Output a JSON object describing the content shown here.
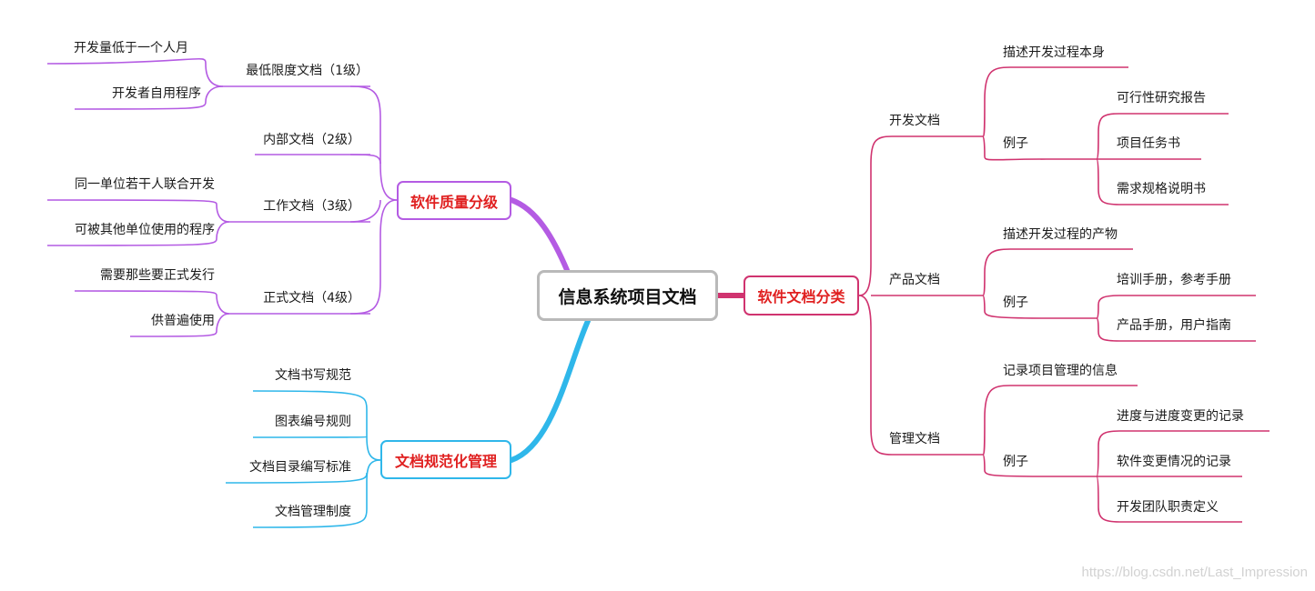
{
  "root": "信息系统项目文档",
  "colors": {
    "purple": "#b45be3",
    "blue": "#2fb7ea",
    "crimson": "#d0336f",
    "label_red": "#e02020"
  },
  "quality_levels": {
    "title": "软件质量分级",
    "minimal": {
      "label": "最低限度文档（1级）",
      "items": [
        "开发量低于一个人月",
        "开发者自用程序"
      ]
    },
    "internal": {
      "label": "内部文档（2级）"
    },
    "working": {
      "label": "工作文档（3级）",
      "items": [
        "同一单位若干人联合开发",
        "可被其他单位使用的程序"
      ]
    },
    "formal": {
      "label": "正式文档（4级）",
      "items": [
        "需要那些要正式发行",
        "供普遍使用"
      ]
    }
  },
  "standardization": {
    "title": "文档规范化管理",
    "items": [
      "文档书写规范",
      "图表编号规则",
      "文档目录编写标准",
      "文档管理制度"
    ]
  },
  "classification": {
    "title": "软件文档分类",
    "development": {
      "label": "开发文档",
      "desc": "描述开发过程本身",
      "example_label": "例子",
      "examples": [
        "可行性研究报告",
        "项目任务书",
        "需求规格说明书"
      ]
    },
    "product": {
      "label": "产品文档",
      "desc": "描述开发过程的产物",
      "example_label": "例子",
      "examples": [
        "培训手册，参考手册",
        "产品手册，用户指南"
      ]
    },
    "management": {
      "label": "管理文档",
      "desc": "记录项目管理的信息",
      "example_label": "例子",
      "examples": [
        "进度与进度变更的记录",
        "软件变更情况的记录",
        "开发团队职责定义"
      ]
    }
  },
  "watermark": "https://blog.csdn.net/Last_Impression"
}
